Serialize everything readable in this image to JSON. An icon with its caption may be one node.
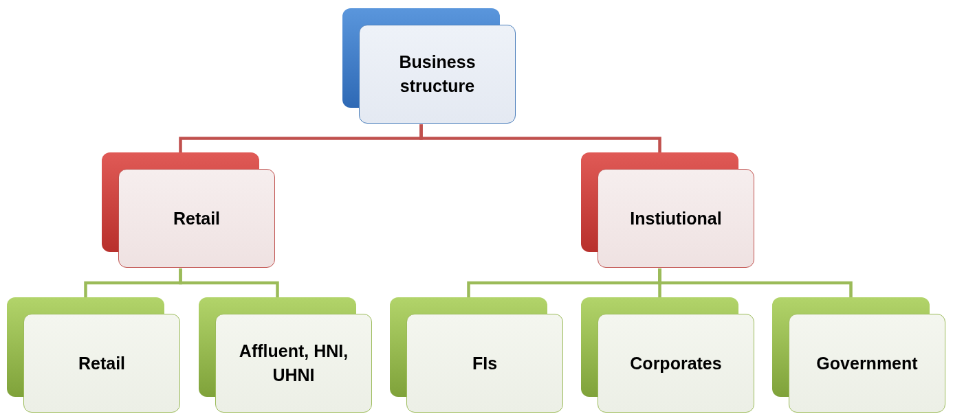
{
  "diagram": {
    "nodes": [
      {
        "text": [
          "Business structure"
        ]
      },
      {
        "text": [
          "Retail"
        ]
      },
      {
        "text": [
          "Instiutional"
        ]
      },
      {
        "text": [
          "Retail"
        ]
      },
      {
        "text": [
          "Affluent, HNI, UHNI"
        ]
      },
      {
        "text": [
          "FIs"
        ]
      },
      {
        "text": [
          "Corporates"
        ]
      },
      {
        "text": [
          "Government"
        ]
      }
    ],
    "edges": [
      {
        "from": 0,
        "to": 1,
        "arrow": "none",
        "color": "#c0504d"
      },
      {
        "from": 0,
        "to": 2,
        "arrow": "none",
        "color": "#c0504d"
      },
      {
        "from": 1,
        "to": 3,
        "arrow": "none"
      },
      {
        "from": 1,
        "to": 4,
        "arrow": "none"
      },
      {
        "from": 2,
        "to": 5,
        "arrow": "none"
      },
      {
        "from": 2,
        "to": 6,
        "arrow": "none"
      },
      {
        "from": 2,
        "to": 7,
        "arrow": "none"
      }
    ]
  }
}
